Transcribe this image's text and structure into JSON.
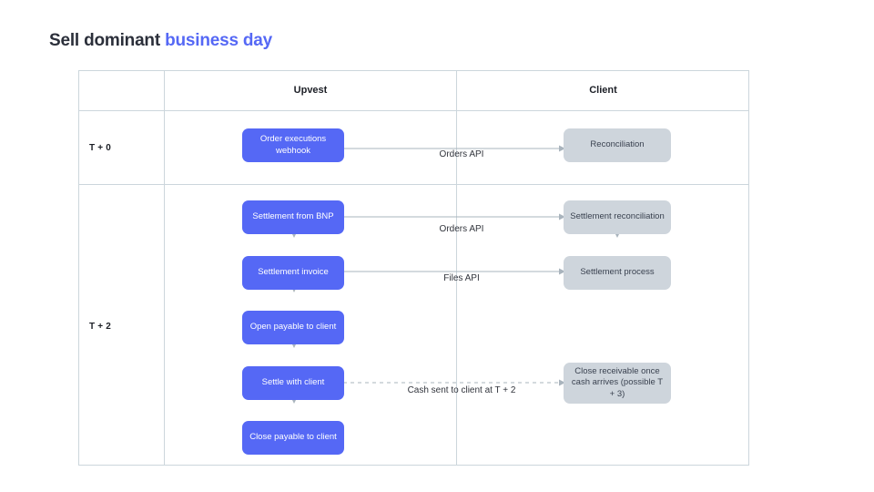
{
  "title": {
    "lead": "Sell dominant",
    "accent": "business day"
  },
  "colors": {
    "accent": "#5568f5",
    "node_blue": "#5568f5",
    "node_grey": "#ced5dc",
    "border": "#ccd6dc",
    "connector": "#a9b4bd",
    "title_dark": "#2b2f3a"
  },
  "table": {
    "columns": [
      {
        "id": "time",
        "label": ""
      },
      {
        "id": "upvest",
        "label": "Upvest"
      },
      {
        "id": "client",
        "label": "Client"
      }
    ],
    "rows": [
      {
        "id": "t0",
        "label": "T + 0"
      },
      {
        "id": "t2",
        "label": "T + 2"
      }
    ]
  },
  "nodes": {
    "t0": {
      "upvest": [
        {
          "id": "order-executions-webhook",
          "label": "Order executions webhook",
          "style": "blue"
        }
      ],
      "client": [
        {
          "id": "reconciliation",
          "label": "Reconciliation",
          "style": "grey"
        }
      ]
    },
    "t2": {
      "upvest": [
        {
          "id": "settlement-from-bnp",
          "label": "Settlement from BNP",
          "style": "blue"
        },
        {
          "id": "settlement-invoice",
          "label": "Settlement invoice",
          "style": "blue"
        },
        {
          "id": "open-payable-to-client",
          "label": "Open payable to client",
          "style": "blue"
        },
        {
          "id": "settle-with-client",
          "label": "Settle with client",
          "style": "blue"
        },
        {
          "id": "close-payable-to-client",
          "label": "Close payable to client",
          "style": "blue"
        }
      ],
      "client": [
        {
          "id": "settlement-reconciliation",
          "label": "Settlement reconciliation",
          "style": "grey"
        },
        {
          "id": "settlement-process",
          "label": "Settlement process",
          "style": "grey"
        },
        {
          "id": "close-receivable",
          "label": "Close receivable once cash arrives (possible T + 3)",
          "style": "grey"
        }
      ]
    }
  },
  "edges": [
    {
      "id": "orders-api-t0",
      "label": "Orders API",
      "style": "solid"
    },
    {
      "id": "orders-api-t2",
      "label": "Orders API",
      "style": "solid"
    },
    {
      "id": "files-api",
      "label": "Files API",
      "style": "solid"
    },
    {
      "id": "cash-sent",
      "label": "Cash sent to client at T + 2",
      "style": "dashed"
    }
  ]
}
